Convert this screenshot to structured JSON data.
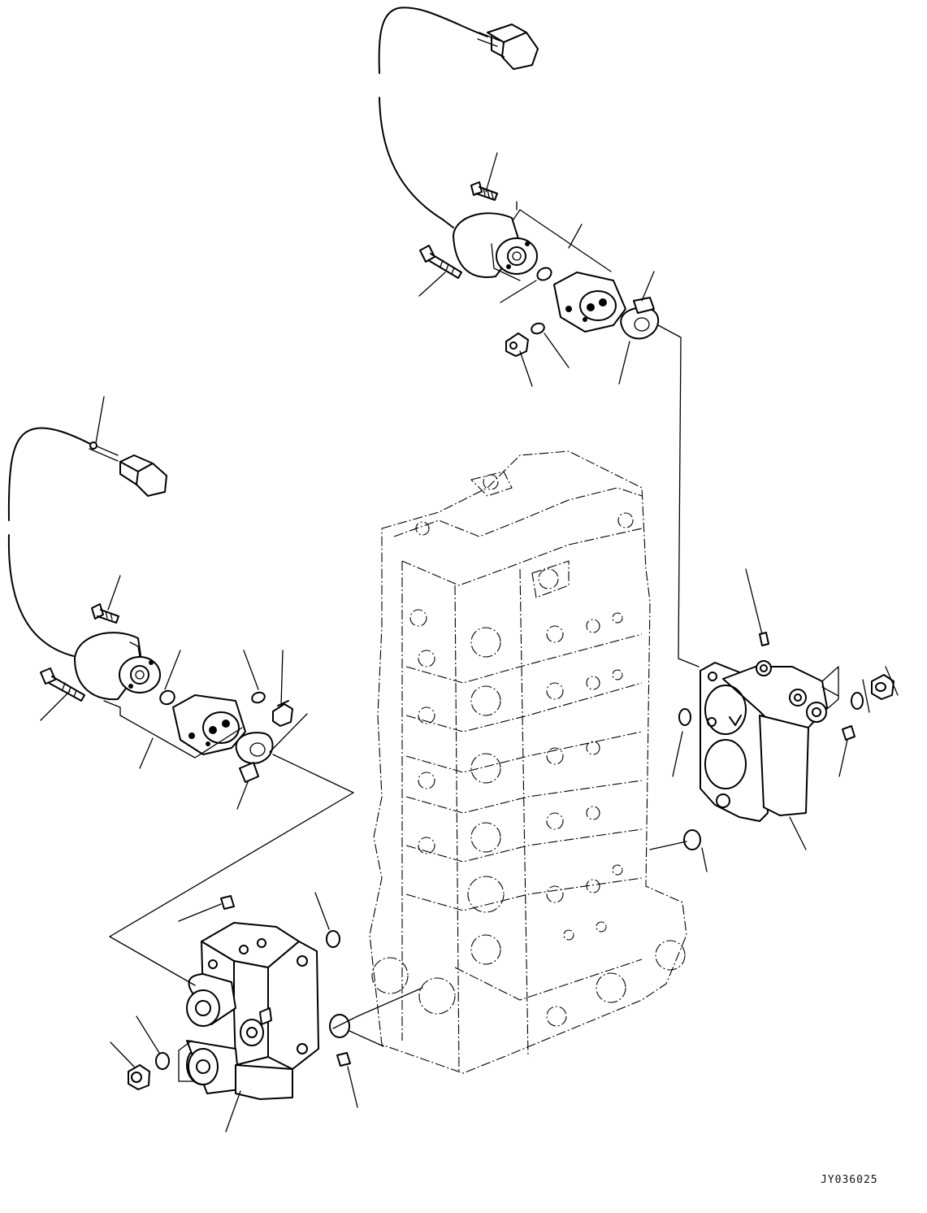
{
  "drawing": {
    "code": "JY036025"
  },
  "icons": {
    "main_valve": "control-valve-body-phantom",
    "solenoid": "solenoid-valve",
    "wire_connector": "wire-harness-connector",
    "relief_block": "valve-block-cover",
    "plug": "plug-bolt",
    "o_ring": "o-ring",
    "gasket": "gasket",
    "bolt": "hex-bolt"
  },
  "colors": {
    "line": "#000000",
    "background": "#ffffff"
  }
}
